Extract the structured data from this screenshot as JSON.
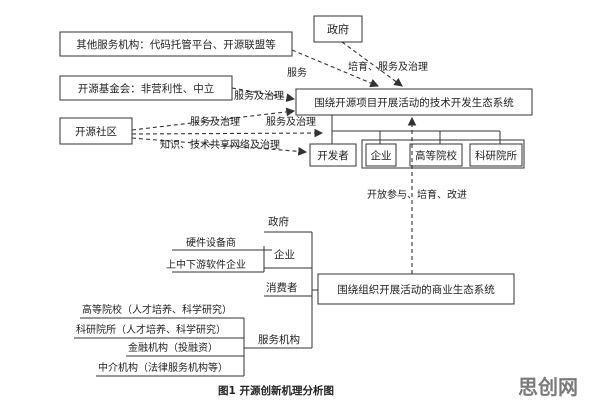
{
  "top": {
    "gov_box": "政府",
    "other_services": "其他服务机构：代码托管平台、开源联盟等",
    "foundation": "开源基金会：非营利性、中立",
    "community": "开源社区",
    "tech_ecosystem": "围绕开源项目开展活动的技术开发生态系统",
    "developer": "开发者",
    "enterprise": "企业",
    "university": "高等院校",
    "institute": "科研院所",
    "label_gov_flow": "培育、服务及治理",
    "label_service": "服务",
    "label_foundation": "服务及治理",
    "label_community_1": "服务及治理",
    "label_community_2": "服务及治理",
    "label_community_3": "知识、技术共享网络及治理",
    "label_open": "开放参与、培育、改进"
  },
  "bottom": {
    "gov": "政府",
    "hardware": "硬件设备商",
    "enterprise": "企业",
    "software": "上中下游软件企业",
    "consumer": "消费者",
    "univ": "高等院校（人才培养、科学研究）",
    "inst": "科研院所（人才培养、科学研究）",
    "finance": "金融机构（投融资）",
    "agency": "中介机构（法律服务机构等）",
    "service_org": "服务机构",
    "biz_ecosystem": "围绕组织开展活动的商业生态系统"
  },
  "caption": "图1    开源创新机理分析图",
  "watermark": "思创网"
}
